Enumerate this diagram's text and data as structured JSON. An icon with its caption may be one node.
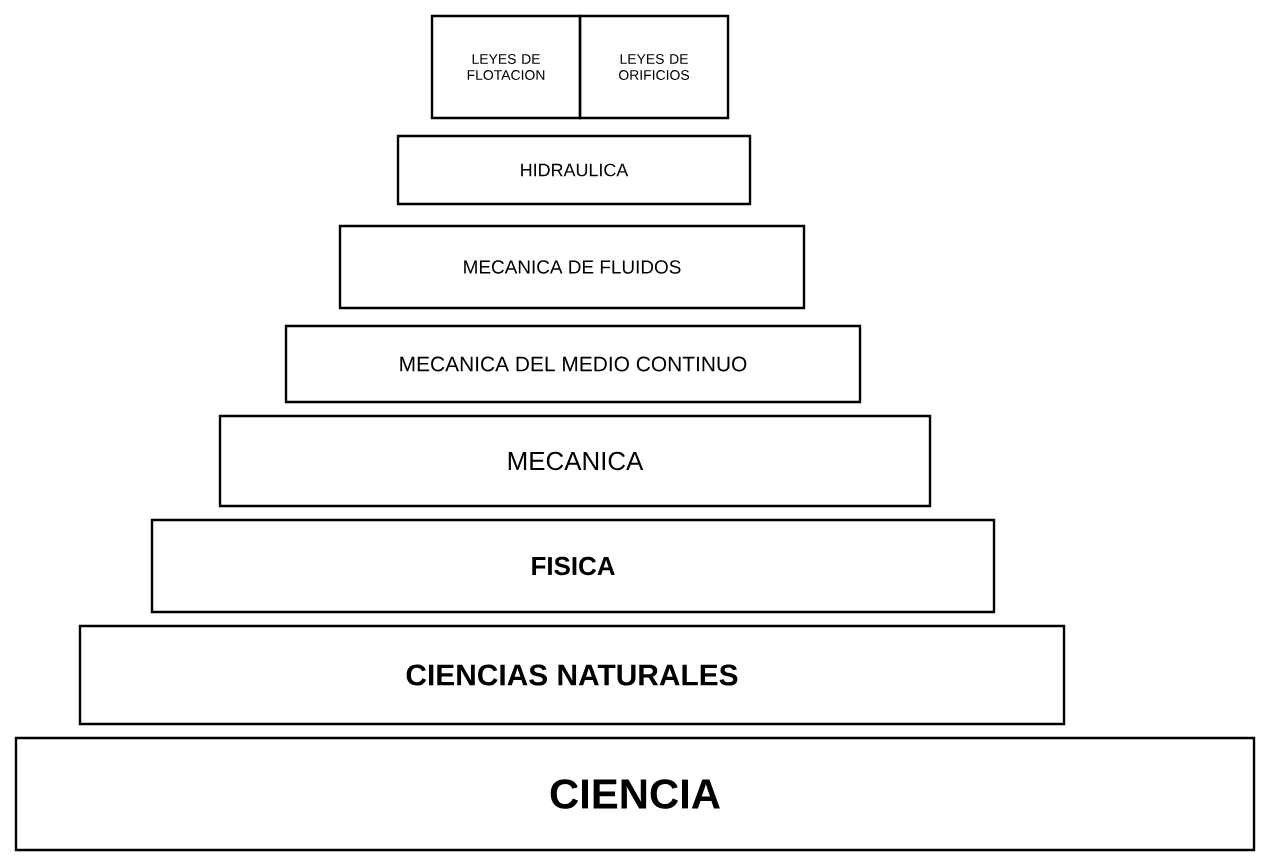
{
  "diagram": {
    "nodes": [
      {
        "text": [
          "LEYES DE FLOTACION"
        ]
      },
      {
        "text": [
          "LEYES DE ORIFICIOS"
        ]
      },
      {
        "text": [
          "HIDRAULICA"
        ]
      },
      {
        "text": [
          "MECANICA DE FLUIDOS"
        ]
      },
      {
        "text": [
          "MECANICA DEL MEDIO CONTINUO"
        ]
      },
      {
        "text": [
          "MECANICA"
        ]
      },
      {
        "text": [
          "FISICA"
        ]
      },
      {
        "text": [
          "CIENCIAS NATURALES"
        ]
      },
      {
        "text": [
          "CIENCIA"
        ]
      }
    ]
  }
}
